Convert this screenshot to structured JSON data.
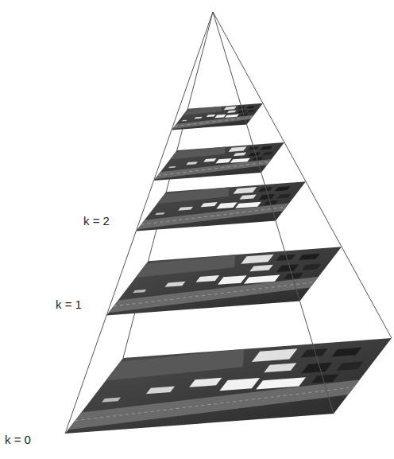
{
  "diagram": {
    "labels": [
      "k = 2",
      "k = 1",
      "k = 0"
    ]
  }
}
